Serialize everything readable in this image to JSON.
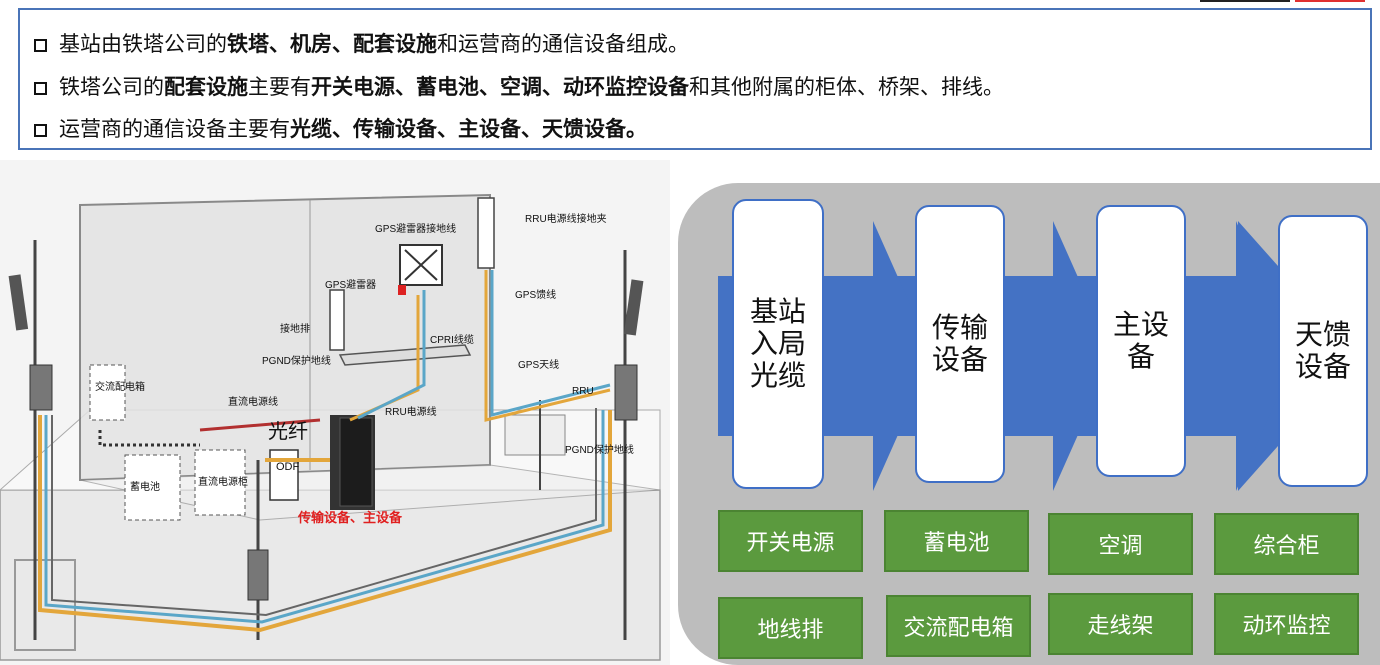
{
  "bullets": [
    [
      {
        "t": "基站由铁塔公司的",
        "b": false
      },
      {
        "t": "铁塔、机房、配套设施",
        "b": true
      },
      {
        "t": "和运营商的通信设备组成。",
        "b": false
      }
    ],
    [
      {
        "t": "铁塔公司的",
        "b": false
      },
      {
        "t": "配套设施",
        "b": true
      },
      {
        "t": "主要有",
        "b": false
      },
      {
        "t": "开关电源、蓄电池、空调、动环监控设备",
        "b": true
      },
      {
        "t": "和其他附属的柜体、桥架、排线。",
        "b": false
      }
    ],
    [
      {
        "t": "运营商的通信设备主要有",
        "b": false
      },
      {
        "t": "光缆、传输设备、主设备、天馈设备。",
        "b": true
      }
    ]
  ],
  "photo_labels": {
    "gps_arrester_ground": "GPS避雷器接地线",
    "rru_power_clamp": "RRU电源线接地夹",
    "gps_arrester": "GPS避雷器",
    "ground_bar": "接地排",
    "gps_feeder": "GPS馈线",
    "cpri": "CPRI线缆",
    "pgnd_left": "PGND保护地线",
    "gps_antenna": "GPS天线",
    "rru": "RRU",
    "dc_power_line": "直流电源线",
    "rru_power_line": "RRU电源线",
    "fiber": "光纤",
    "ac_box": "交流配电箱",
    "odf": "ODF",
    "battery": "蓄电池",
    "dc_cabinet": "直流电源柜",
    "pgnd_right": "PGND保护地线",
    "red_label": "传输设备、主设备"
  },
  "flow": [
    "基站\n入局\n光缆",
    "传输\n设备",
    "主设\n备",
    "天馈\n设备"
  ],
  "support_row1": [
    "开关电源",
    "蓄电池",
    "空调",
    "综合柜"
  ],
  "support_row2": [
    "地线排",
    "交流配电箱",
    "走线架",
    "动环监控"
  ],
  "colors": {
    "accent_blue": "#3f6fc6",
    "green": "#5b9a3e",
    "panel_gray": "#bdbdbd",
    "red": "#e02020"
  }
}
